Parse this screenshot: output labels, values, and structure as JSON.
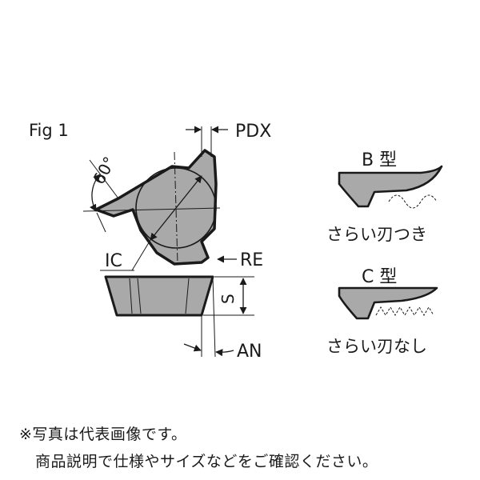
{
  "figure": {
    "title": "Fig 1",
    "angle_label": "60°",
    "dims": {
      "pdx": "PDX",
      "ic": "IC",
      "re": "RE",
      "s": "S",
      "an": "AN"
    }
  },
  "types": {
    "b": {
      "title": "B 型",
      "caption": "さらい刃つき"
    },
    "c": {
      "title": "C 型",
      "caption": "さらい刃なし"
    }
  },
  "notes": {
    "line1": "※写真は代表画像です。",
    "line2": "商品説明で仕様やサイズなどをご確認ください。"
  },
  "colors": {
    "fill": "#a9a9a9",
    "stroke": "#1a1a1a",
    "background": "#ffffff"
  }
}
